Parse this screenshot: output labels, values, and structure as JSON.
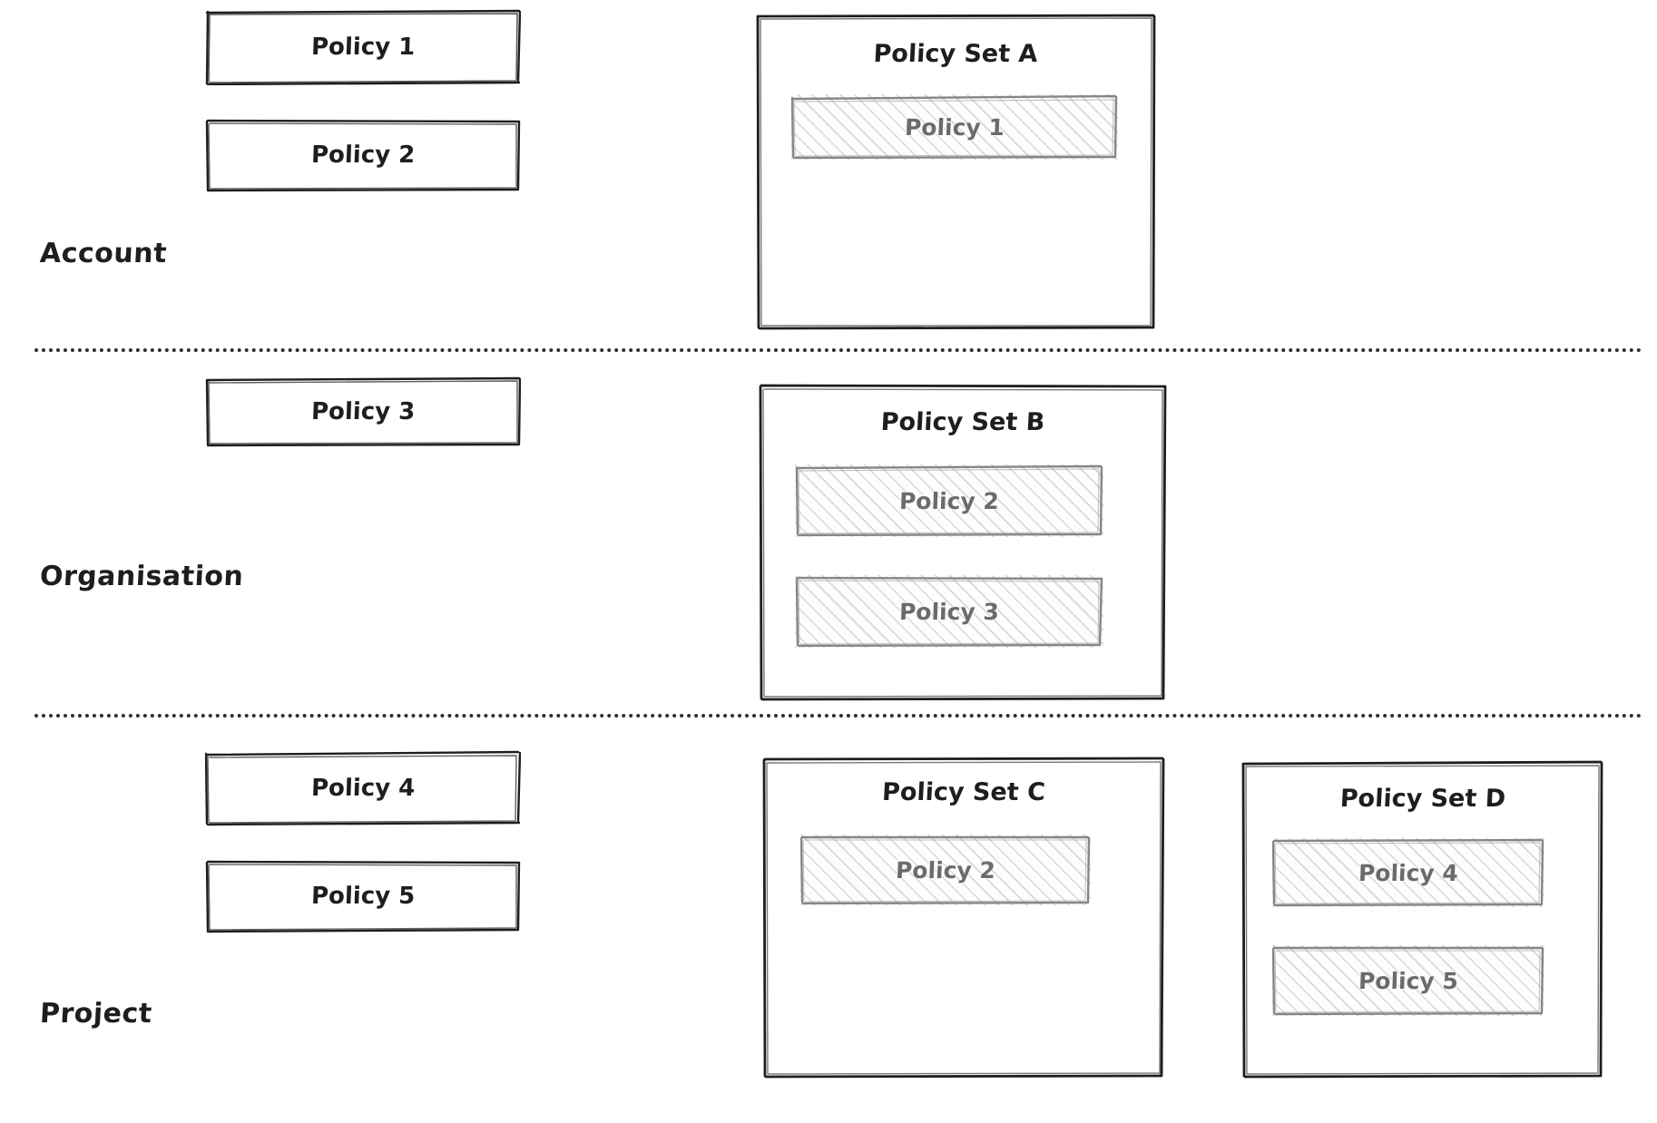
{
  "diagram": {
    "title_colors": {
      "ink": "#1e1e1e",
      "chip_ink": "#6b6b6b",
      "chip_border": "#868686",
      "background": "#ffffff"
    }
  },
  "tiers": [
    {
      "label": "Account"
    },
    {
      "label": "Organisation"
    },
    {
      "label": "Project"
    }
  ],
  "standalone_policies": [
    {
      "label": "Policy 1"
    },
    {
      "label": "Policy 2"
    },
    {
      "label": "Policy 3"
    },
    {
      "label": "Policy 4"
    },
    {
      "label": "Policy 5"
    }
  ],
  "policy_sets": [
    {
      "title": "Policy Set A",
      "tier": "Account",
      "policies": [
        {
          "label": "Policy 1"
        }
      ]
    },
    {
      "title": "Policy Set B",
      "tier": "Organisation",
      "policies": [
        {
          "label": "Policy 2"
        },
        {
          "label": "Policy 3"
        }
      ]
    },
    {
      "title": "Policy Set C",
      "tier": "Project",
      "policies": [
        {
          "label": "Policy 2"
        }
      ]
    },
    {
      "title": "Policy Set D",
      "tier": "Project",
      "policies": [
        {
          "label": "Policy 4"
        },
        {
          "label": "Policy 5"
        }
      ]
    }
  ]
}
